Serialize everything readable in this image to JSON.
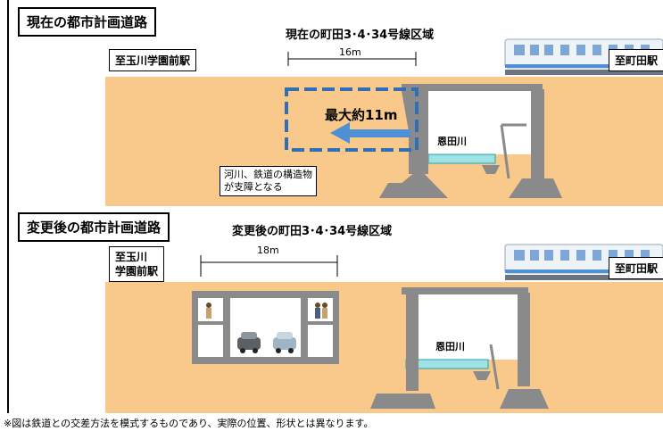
{
  "top": {
    "title": "現在の都市計画道路",
    "section_label": "現在の町田3･4･34号線区域",
    "width_label": "16m",
    "left_station": "至玉川学園前駅",
    "right_station": "至町田駅",
    "river_label": "恩田川",
    "max_label": "最大約11m",
    "callout_line1": "河川、鉄道の構造物",
    "callout_line2": "が支障となる"
  },
  "bottom": {
    "title": "変更後の都市計画道路",
    "section_label": "変更後の町田3･4･34号線区域",
    "width_label": "18m",
    "left_station_line1": "至玉川",
    "left_station_line2": "学園前駅",
    "right_station": "至町田駅",
    "river_label": "恩田川"
  },
  "footnote": "※図は鉄道との交差方法を模式するものであり、実際の位置、形状とは異なります。",
  "colors": {
    "ground": "#f8c98a",
    "concrete": "#8a8a8a",
    "water": "#9fe2e6",
    "accent_blue": "#2f6fb5",
    "arrow_blue": "#4f8fd3"
  }
}
